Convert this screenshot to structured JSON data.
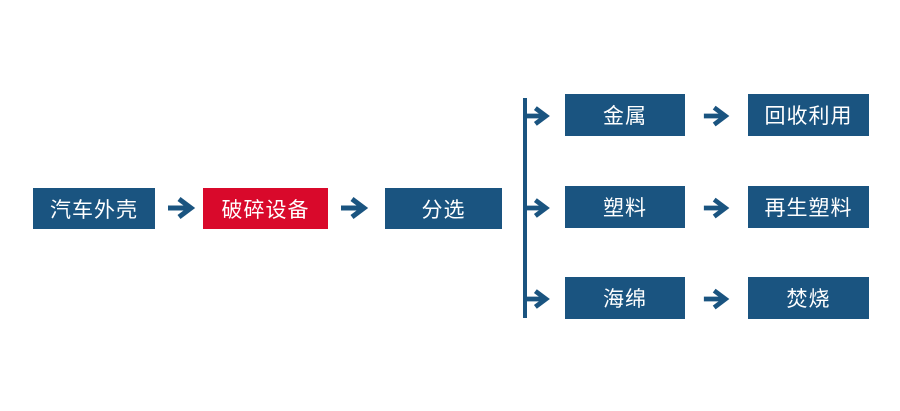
{
  "colors": {
    "primary_blue": "#1A5480",
    "accent_red": "#D9092B",
    "text": "#FFFFFF",
    "background": "#FFFFFF"
  },
  "flowchart": {
    "main_chain": [
      {
        "label": "汽车外壳",
        "style": "blue"
      },
      {
        "label": "破碎设备",
        "style": "red"
      },
      {
        "label": "分选",
        "style": "blue"
      }
    ],
    "branches": [
      {
        "material": "金属",
        "outcome": "回收利用"
      },
      {
        "material": "塑料",
        "outcome": "再生塑料"
      },
      {
        "material": "海绵",
        "outcome": "焚烧"
      }
    ],
    "icons": {
      "arrow": "arrow-right-icon",
      "branch_line": "branch-connector-line"
    }
  }
}
